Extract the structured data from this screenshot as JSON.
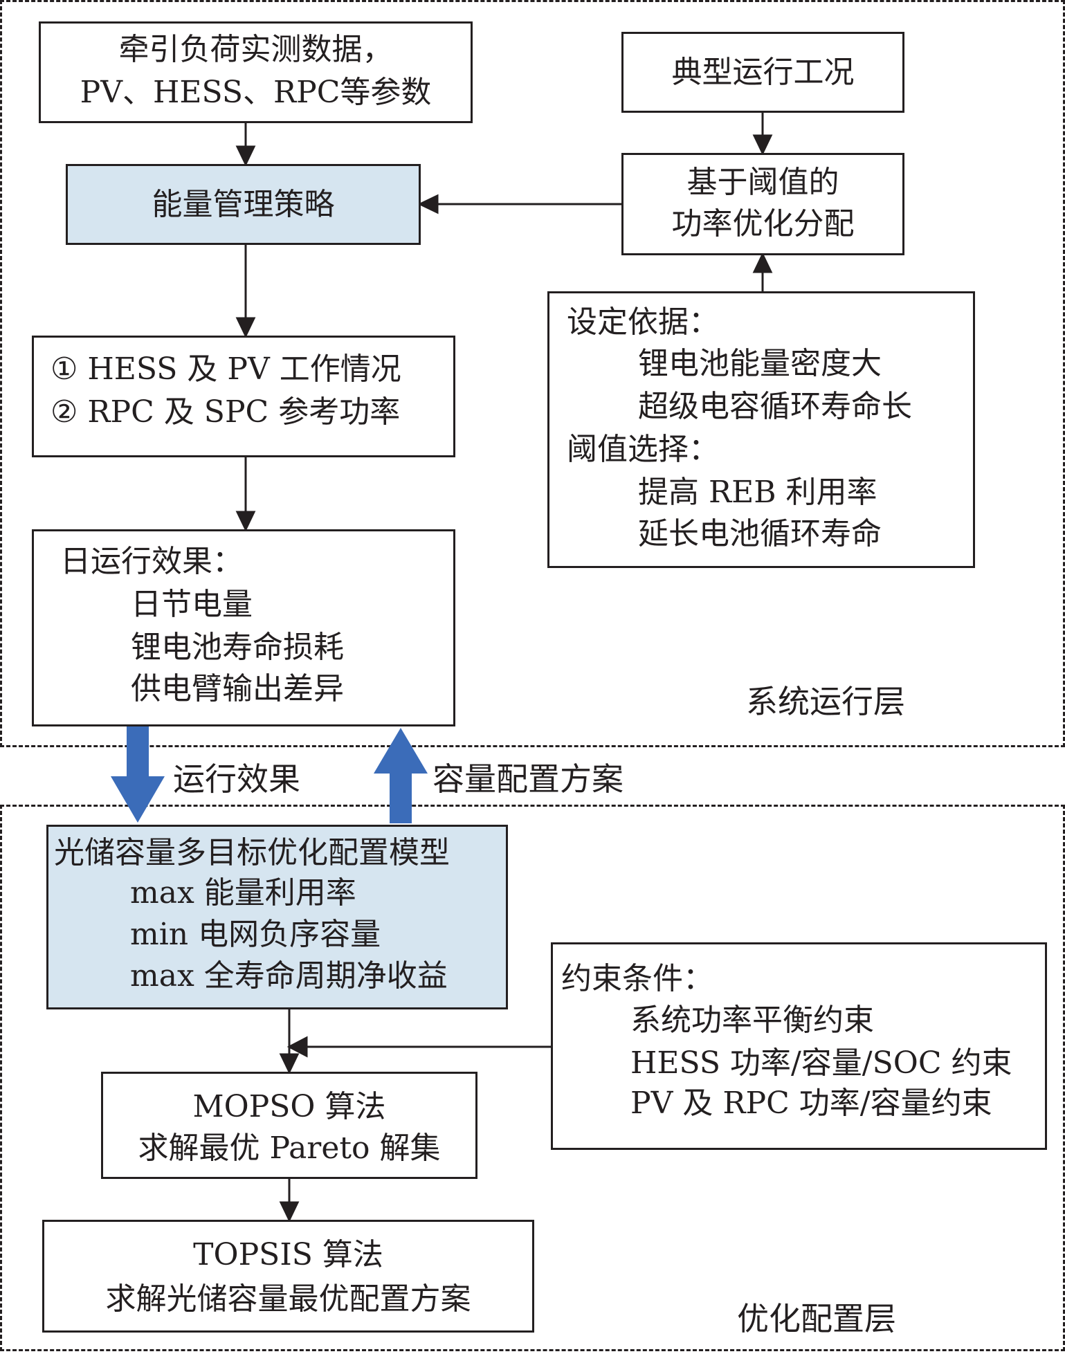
{
  "layers": {
    "system": "系统运行层",
    "optimization": "优化配置层"
  },
  "inputs_box": {
    "lines": [
      "牵引负荷实测数据，",
      "PV、HESS、RPC等参数"
    ]
  },
  "ems_box": {
    "label": "能量管理策略"
  },
  "typical_box": {
    "label": "典型运行工况"
  },
  "threshold_box": {
    "lines": [
      "基于阈值的",
      "功率优化分配"
    ]
  },
  "basis_box": {
    "heading1": "设定依据：",
    "items1": [
      "锂电池能量密度大",
      "超级电容循环寿命长"
    ],
    "heading2": "阈值选择：",
    "items2": [
      "提高 REB 利用率",
      "延长电池循环寿命"
    ]
  },
  "status_box": {
    "lines": [
      "① HESS 及 PV 工作情况",
      "② RPC 及 SPC 参考功率"
    ]
  },
  "daily_box": {
    "heading": "日运行效果：",
    "items": [
      "日节电量",
      "锂电池寿命损耗",
      "供电臂输出差异"
    ]
  },
  "arrows": {
    "down_label": "运行效果",
    "up_label": "容量配置方案",
    "color": "#3b6cb9"
  },
  "model_box": {
    "title": "光储容量多目标优化配置模型",
    "objectives": [
      "max 能量利用率",
      "min 电网负序容量",
      "max 全寿命周期净收益"
    ]
  },
  "constraints_box": {
    "heading": "约束条件：",
    "items": [
      "系统功率平衡约束",
      "HESS 功率/容量/SOC 约束",
      "PV 及 RPC 功率/容量约束"
    ]
  },
  "mopso_box": {
    "lines": [
      "MOPSO 算法",
      "求解最优 Pareto 解集"
    ]
  },
  "topsis_box": {
    "lines": [
      "TOPSIS 算法",
      "求解光储容量最优配置方案"
    ]
  }
}
